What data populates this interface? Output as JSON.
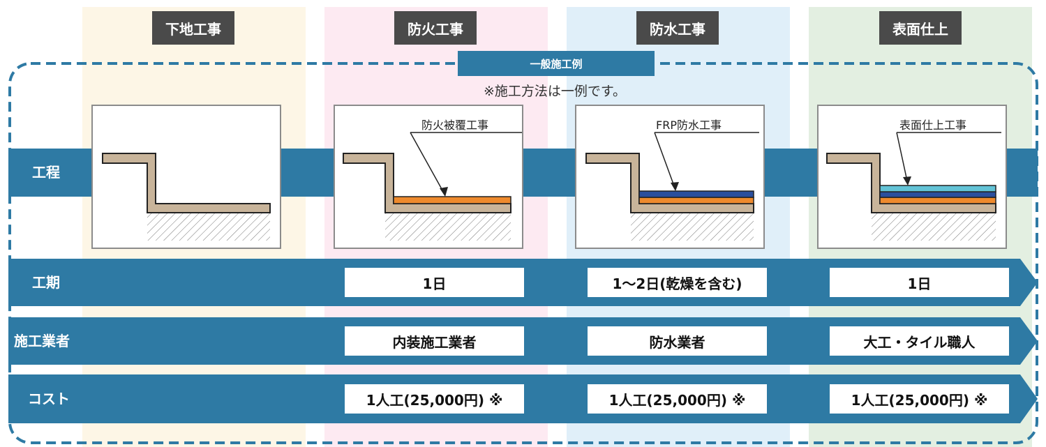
{
  "columns": [
    {
      "name": "下地工事",
      "bg": "#fdf6e6"
    },
    {
      "name": "防火工事",
      "bg": "#fdeaf2"
    },
    {
      "name": "防水工事",
      "bg": "#e0eff9"
    },
    {
      "name": "表面仕上",
      "bg": "#e3efe1"
    }
  ],
  "example_tag": "一般施工例",
  "note": "※施工方法は一例です。",
  "rows": [
    {
      "label": "工程"
    },
    {
      "label": "工期",
      "values": [
        "1日",
        "1～2日(乾燥を含む)",
        "1日"
      ]
    },
    {
      "label": "施工業者",
      "values": [
        "内装施工業者",
        "防水業者",
        "大工・タイル職人"
      ]
    },
    {
      "label": "コスト",
      "values": [
        "1人工(25,000円) ※",
        "1人工(25,000円) ※",
        "1人工(25,000円) ※"
      ]
    }
  ],
  "panels": [
    {
      "label": ""
    },
    {
      "label": "防火被覆工事"
    },
    {
      "label": "FRP防水工事"
    },
    {
      "label": "表面仕上工事"
    }
  ],
  "colors": {
    "band": "#2e7aa4",
    "frame": "#2e7aa4",
    "substrate": "#c8b49a",
    "fireproof": "#ee8a2d",
    "frp": "#2b4f9d",
    "finish": "#62c3d6",
    "header": "#4a4a4a"
  }
}
